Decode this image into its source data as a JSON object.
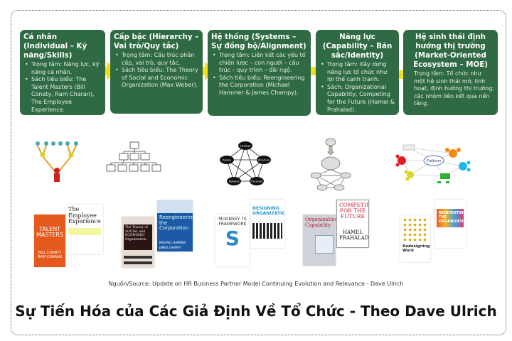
{
  "stages": [
    {
      "title": "Cá nhân (Individual – Kỹ năng/Skills)",
      "bullets": [
        "Trọng tâm: Năng lực, kỹ năng cá nhân.",
        "Sách tiêu biểu: The Talent Masters (Bill Conaty, Ram Charan), The Employee Experience."
      ]
    },
    {
      "title": "Cấp bậc (Hierarchy – Vai trò/Quy tắc)",
      "bullets": [
        "Trọng tâm: Cấu trúc phân cấp, vai trò, quy tắc.",
        "Sách tiêu biểu: The Theory of Social and Economic Organization (Max Weber)."
      ]
    },
    {
      "title": "Hệ thống (Systems – Sự đồng bộ/Alignment)",
      "bullets": [
        "Trọng tâm: Liên kết các yếu tố chiến lược – con người – cấu trúc – quy trình – đãi ngộ.",
        "Sách tiêu biểu: Reengineering the Corporation (Michael Hammer & James Champy)."
      ]
    },
    {
      "title": "Năng lực (Capability – Bản sắc/Identity)",
      "bullets": [
        "Trọng tâm: Xây dựng năng lực tổ chức như lợi thế cạnh tranh.",
        "Sách: Organizational Capability, Competing for the Future (Hamel & Prahalad)."
      ]
    },
    {
      "title": "Hệ sinh thái định hướng thị trường (Market-Oriented Ecosystem – MOE)",
      "text": "Trọng tâm: Tổ chức như một hệ sinh thái mở, linh hoạt, định hướng thị trường; các nhóm liên kết qua nền tảng."
    }
  ],
  "diagrams": {
    "systems_nodes": [
      "Strategy",
      "Structure",
      "Processes",
      "Rewards",
      "People"
    ],
    "platform_label": "Platform"
  },
  "books": {
    "talent": "TALENT MASTERS",
    "talent_authors": "BILL CONATY RAM CHARAN",
    "employee": "The Employee Experience",
    "weber": "The Theory of SOCIAL and ECONOMIC Organization",
    "reeng": "Reengineering the Corporation",
    "reeng_authors": "MICHAEL HAMMER JAMES CHAMPY",
    "mckinsey": "McKINSEY 7S FRAMEWORK",
    "designing": "DESIGNING ORGANIZATIONS",
    "orgcap": "Organizational Capability",
    "competing": "COMPETING FOR THE FUTURE",
    "competing_authors": "HAMEL PRAHALAD",
    "redesigning": "Redesigning Work",
    "reinventing": "REINVENTING THE ORGANIZATION"
  },
  "source": "Nguồn/Source: Update on HR Business Partner Model Continuing Evolution and Relevance - Dave Ulrich",
  "title": "Sự Tiến Hóa của Các Giả Định Về Tổ Chức - Theo Dave Ulrich",
  "colors": {
    "box": "#2f6a44",
    "arrow": "#f3df1f"
  }
}
